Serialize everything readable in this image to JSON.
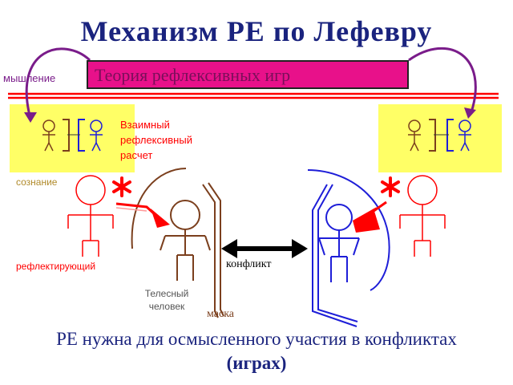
{
  "title": "Механизм РЕ по Лефевру",
  "banner": "Теория рефлексивных игр",
  "labels": {
    "thinking": "мышление",
    "consciousness": "сознание",
    "reflecting": "рефлектирующий",
    "mutual_line1": "Взаимный",
    "mutual_line2": "рефлексивный",
    "mutual_line3": "расчет",
    "body_line1": "Телесный",
    "body_line2": "человек",
    "mask": "маска",
    "conflict": "конфликт"
  },
  "footer": {
    "line1": "РЕ нужна для осмысленного участия в конфликтах",
    "line2": "(играх)"
  },
  "colors": {
    "title": "#1a237e",
    "banner": "#e8118a",
    "box": "#ffff66",
    "red": "#ff0000",
    "brown": "#7b3f1d",
    "blue": "#1e1ed8",
    "purple": "#7a1c8a"
  }
}
